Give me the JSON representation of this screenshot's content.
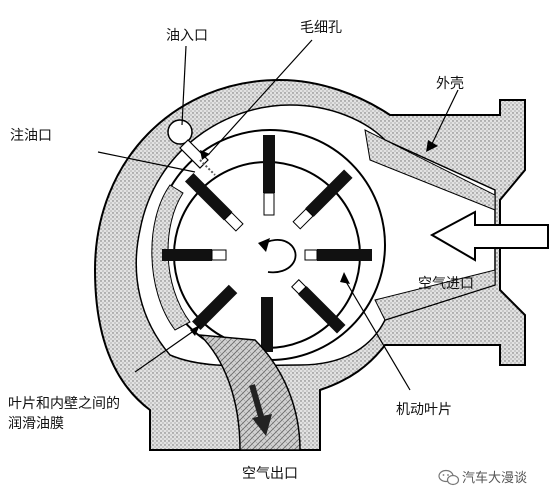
{
  "labels": {
    "oil_inlet": "油入口",
    "capillary": "毛细孔",
    "housing": "外壳",
    "oil_fill_port": "注油口",
    "air_inlet": "空气进口",
    "oil_film_line1": "叶片和内壁之间的",
    "oil_film_line2": "润滑油膜",
    "rotor_vane": "机动叶片",
    "air_outlet": "空气出口"
  },
  "watermark": {
    "text": "汽车大漫谈"
  },
  "vanes_count": 8,
  "colors": {
    "housing_fill": "#dcdcdc",
    "rotor_fill": "#ffffff",
    "vane_fill": "#111111",
    "outlet_fill": "#c8c8c8",
    "outline": "#000000"
  },
  "icons": [
    "wechat-icon"
  ]
}
